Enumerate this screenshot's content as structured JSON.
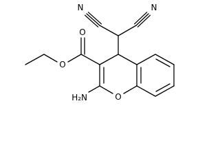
{
  "molecule": {
    "atoms": {
      "n_left": "N",
      "n_right": "N",
      "o_carbonyl": "O",
      "o_ester": "O",
      "o_ring": "O",
      "amine": "H₂N"
    }
  }
}
